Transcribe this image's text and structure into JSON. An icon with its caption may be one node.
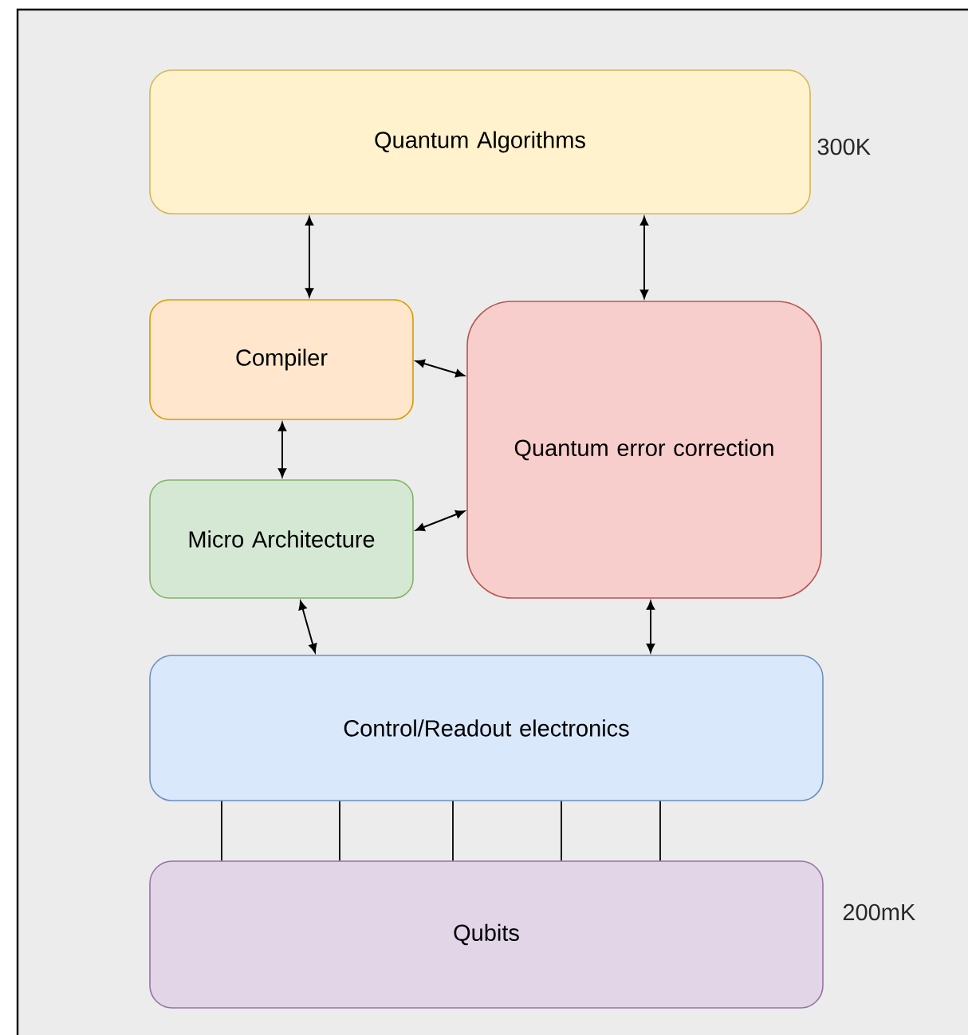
{
  "diagram": {
    "nodes": [
      {
        "text": [
          "Quantum Algorithms"
        ],
        "beside": [
          "300K"
        ]
      },
      {
        "text": [
          "Compiler"
        ]
      },
      {
        "text": [
          "Quantum error correction"
        ]
      },
      {
        "text": [
          "Micro Architecture"
        ]
      },
      {
        "text": [
          "Control/Readout electronics"
        ]
      },
      {
        "text": [
          "Qubits"
        ],
        "beside": [
          "200mK"
        ]
      }
    ],
    "edges": [
      {
        "from": 0,
        "to": 1,
        "arrow": "both"
      },
      {
        "from": 0,
        "to": 2,
        "arrow": "both"
      },
      {
        "from": 1,
        "to": 2,
        "arrow": "both"
      },
      {
        "from": 1,
        "to": 3,
        "arrow": "both"
      },
      {
        "from": 3,
        "to": 2,
        "arrow": "both"
      },
      {
        "from": 3,
        "to": 4,
        "arrow": "both"
      },
      {
        "from": 2,
        "to": 4,
        "arrow": "both"
      },
      {
        "from": 4,
        "to": 5,
        "arrow": "none"
      },
      {
        "from": 4,
        "to": 5,
        "arrow": "none"
      },
      {
        "from": 4,
        "to": 5,
        "arrow": "none"
      },
      {
        "from": 4,
        "to": 5,
        "arrow": "none"
      },
      {
        "from": 4,
        "to": 5,
        "arrow": "none"
      }
    ]
  }
}
